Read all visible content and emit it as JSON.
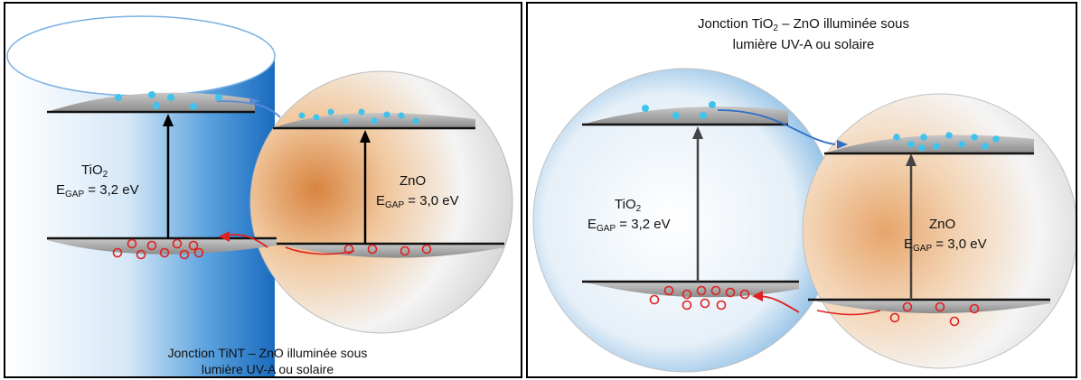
{
  "left_panel": {
    "tio2_label": "TiO",
    "tio2_sub": "2",
    "tio2_egap_prefix": "E",
    "tio2_egap_sub": "GAP",
    "tio2_egap_value": " = 3,2 eV",
    "zno_label": "ZnO",
    "zno_egap_prefix": "E",
    "zno_egap_sub": "GAP",
    "zno_egap_value": " = 3,0 eV",
    "caption_line1": "Jonction TiNT – ZnO illuminée sous",
    "caption_line2": "lumière  UV-A ou solaire"
  },
  "right_panel": {
    "caption_line1_a": "Jonction TiO",
    "caption_line1_sub": "2",
    "caption_line1_b": " – ZnO illuminée sous",
    "caption_line2": "lumière UV-A ou solaire",
    "tio2_label": "TiO",
    "tio2_sub": "2",
    "tio2_egap_prefix": "E",
    "tio2_egap_sub": "GAP",
    "tio2_egap_value": " = 3,2 eV",
    "zno_label": "ZnO",
    "zno_egap_prefix": "E",
    "zno_egap_sub": "GAP",
    "zno_egap_value": " = 3,0 eV"
  },
  "colors": {
    "electron": "#3fc3ee",
    "hole": "#e02020",
    "band": "#9a9a9a",
    "tio2_blue": "#1f78c8",
    "zno_orange": "#e9a060"
  }
}
